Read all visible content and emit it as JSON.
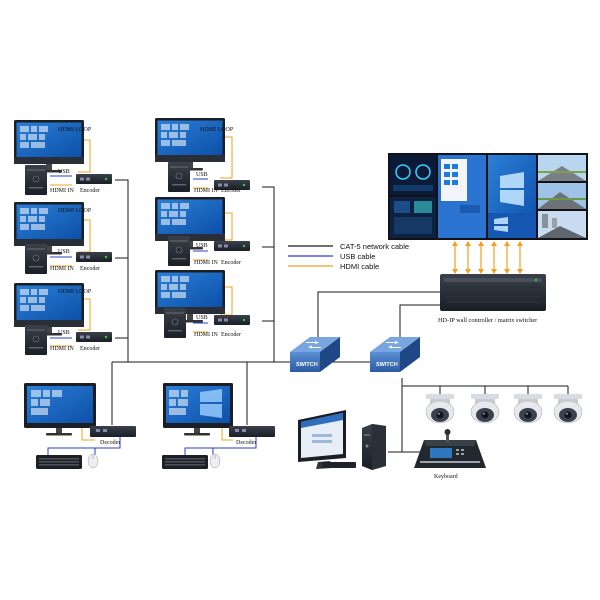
{
  "legend": {
    "items": [
      {
        "label": "CAT-5 network cable",
        "color": "#1a1a1a"
      },
      {
        "label": "USB cable",
        "color": "#2a3fd0"
      },
      {
        "label": "HDMI cable",
        "color": "#f0a020"
      }
    ]
  },
  "labels": {
    "hdmi_loop": "HDMI LOOP",
    "usb": "USB",
    "hdmi_in": "HDMI IN",
    "encoder": "Encoder",
    "decoder": "Decoder",
    "switch": "SWITCH",
    "controller": "HD-IP wall controller / matrix switcher",
    "keyboard": "Keyboard"
  },
  "colors": {
    "network": "#1a1a1a",
    "usb": "#2a3fd0",
    "hdmi": "#f0a020",
    "device": "#1f2630",
    "switch": "#3a6fb8"
  }
}
